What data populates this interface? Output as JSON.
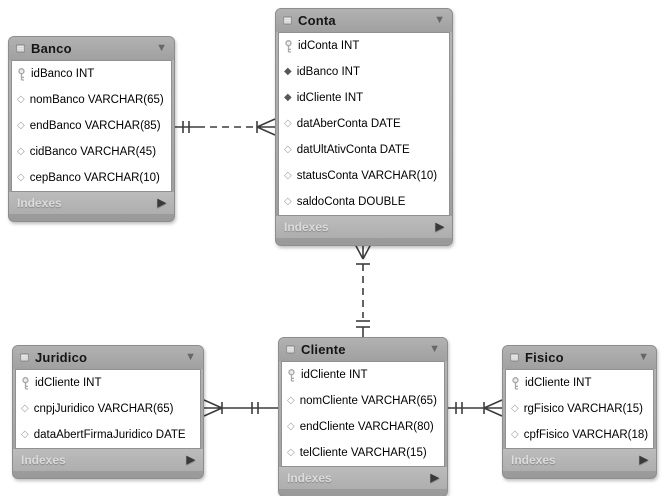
{
  "diagram": {
    "icons": {
      "collapse_arrow": "▼",
      "expand_arrow": "▶",
      "column_icon": "◇",
      "fk_column_icon": "◆",
      "primary_key_icon": "key",
      "table_icon": "table-grid"
    },
    "colors": {
      "header_gray": "#a8a8a8",
      "body_white": "#ffffff",
      "footer_gray": "#b6b6b6",
      "line_dark": "#3d3d3d"
    },
    "tables": [
      {
        "title": "Banco",
        "footer": "Indexes",
        "columns": [
          "idBanco INT",
          "nomBanco VARCHAR(65)",
          "endBanco VARCHAR(85)",
          "cidBanco VARCHAR(45)",
          "cepBanco VARCHAR(10)"
        ]
      },
      {
        "title": "Conta",
        "footer": "Indexes",
        "columns": [
          "idConta INT",
          "idBanco INT",
          "idCliente INT",
          "datAberConta DATE",
          "datUltAtivConta DATE",
          "statusConta VARCHAR(10)",
          "saldoConta DOUBLE"
        ]
      },
      {
        "title": "Cliente",
        "footer": "Indexes",
        "columns": [
          "idCliente INT",
          "nomCliente VARCHAR(65)",
          "endCliente VARCHAR(80)",
          "telCliente VARCHAR(15)"
        ]
      },
      {
        "title": "Juridico",
        "footer": "Indexes",
        "columns": [
          "idCliente INT",
          "cnpjJuridico VARCHAR(65)",
          "dataAbertFirmaJuridico DATE"
        ]
      },
      {
        "title": "Fisico",
        "footer": "Indexes",
        "columns": [
          "idCliente INT",
          "rgFisico VARCHAR(15)",
          "cpfFisico VARCHAR(18)"
        ]
      }
    ],
    "relationships": [
      {
        "from": "Banco",
        "to": "Conta",
        "line": "dashed",
        "from_cardinality": "one",
        "to_cardinality": "many"
      },
      {
        "from": "Cliente",
        "to": "Conta",
        "line": "dashed",
        "from_cardinality": "one",
        "to_cardinality": "many"
      },
      {
        "from": "Cliente",
        "to": "Juridico",
        "line": "solid",
        "from_cardinality": "one",
        "to_cardinality": "many"
      },
      {
        "from": "Cliente",
        "to": "Fisico",
        "line": "solid",
        "from_cardinality": "one",
        "to_cardinality": "many"
      }
    ]
  }
}
